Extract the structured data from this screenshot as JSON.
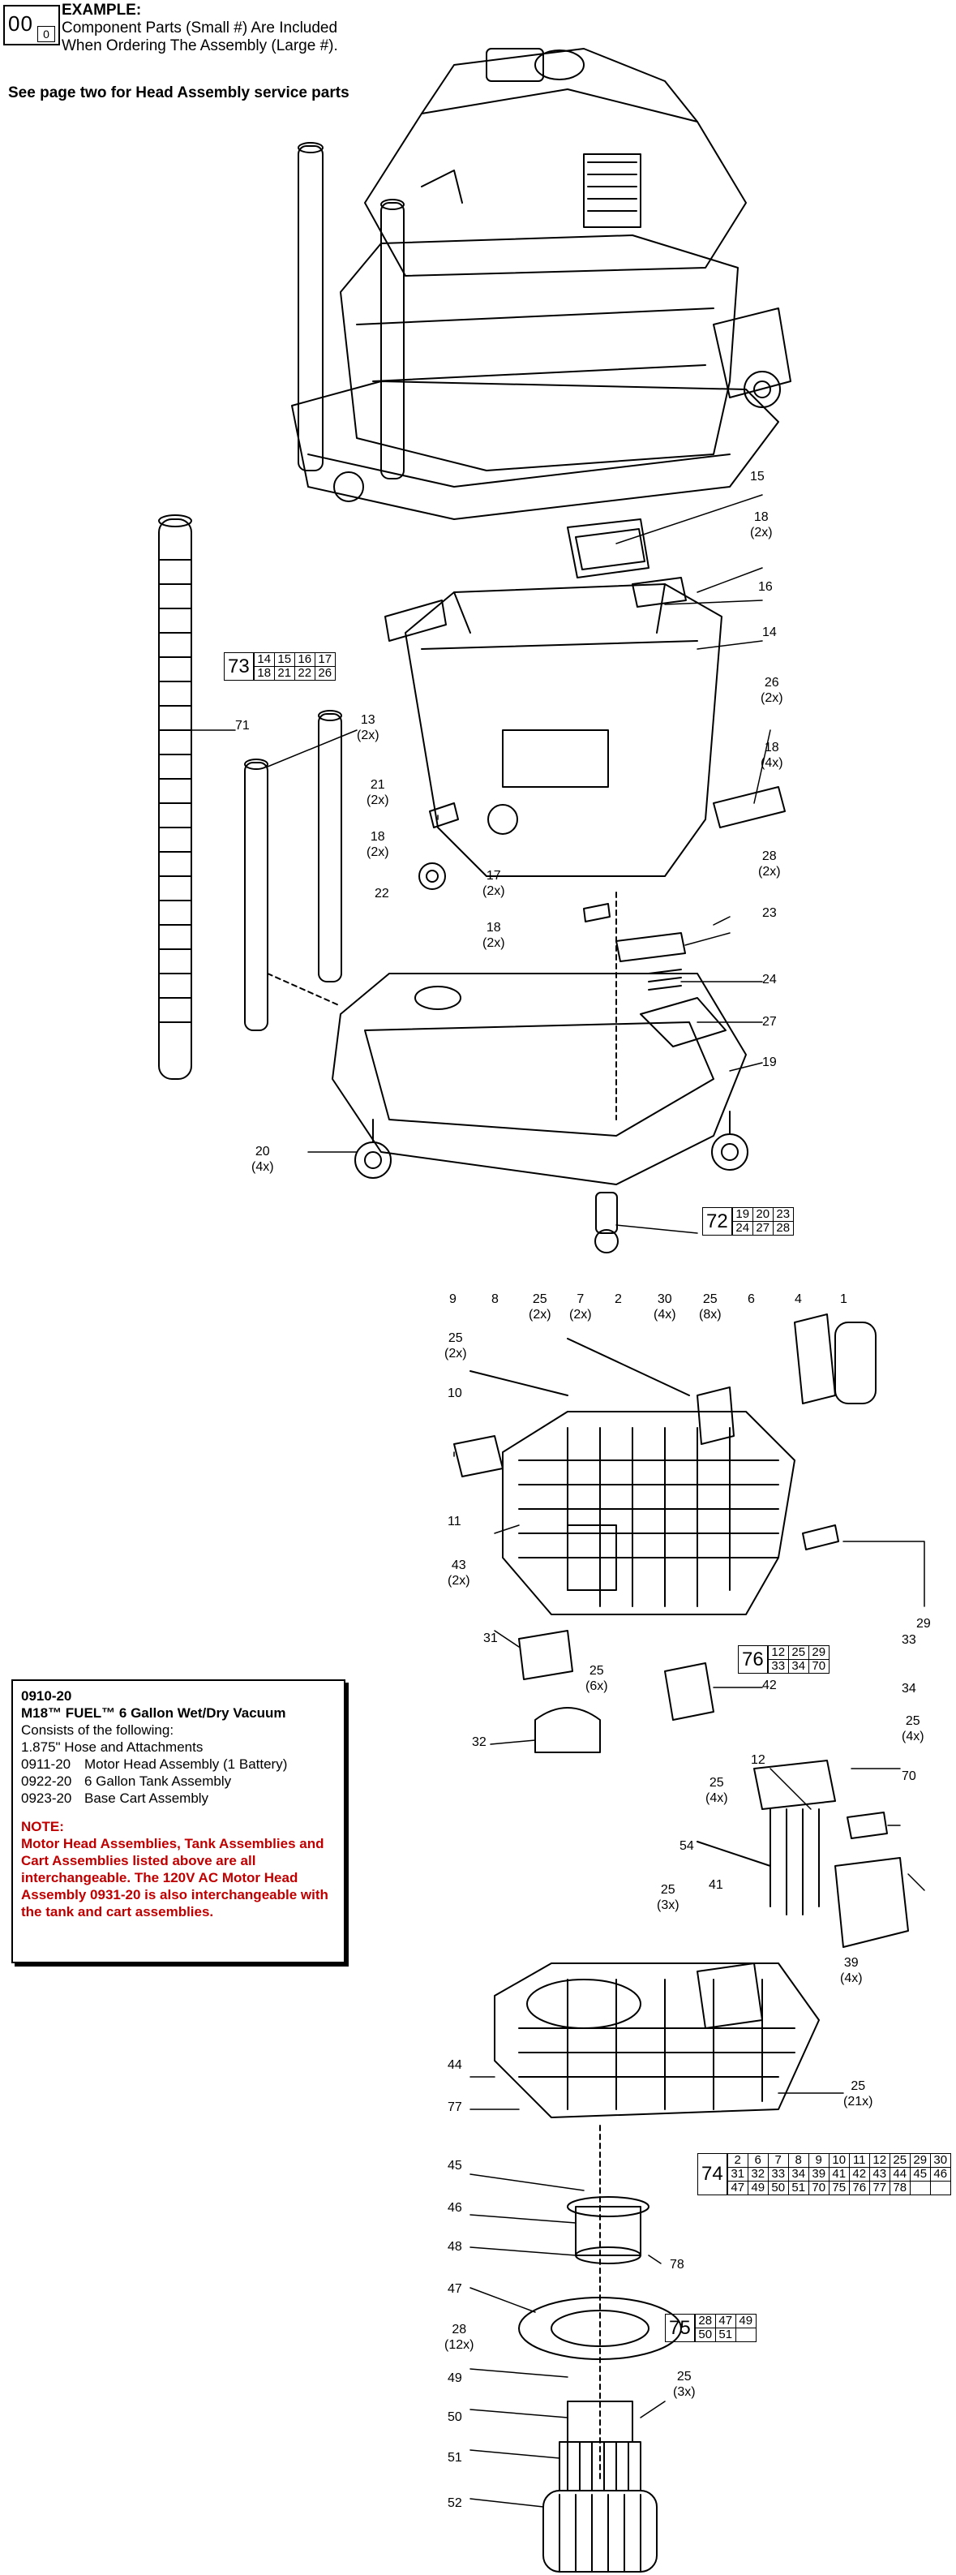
{
  "example": {
    "big_number": "00",
    "small_number": "0",
    "title": "EXAMPLE:",
    "line1": "Component Parts (Small #) Are Included",
    "line2": "When Ordering The Assembly (Large #)."
  },
  "head_note": "See page two for Head Assembly service parts",
  "kit": {
    "number": "0910-20",
    "name": "M18™ FUEL™ 6 Gallon Wet/Dry Vacuum",
    "consists": "Consists of the following:",
    "hose": "1.875\" Hose and Attachments",
    "components": [
      {
        "part": "0911-20",
        "desc": "Motor Head Assembly (1 Battery)"
      },
      {
        "part": "0922-20",
        "desc": "6 Gallon Tank Assembly"
      },
      {
        "part": "0923-20",
        "desc": "Base Cart Assembly"
      }
    ],
    "note_heading": "NOTE:",
    "note_text": "Motor Head Assemblies, Tank Assemblies and Cart Assemblies listed above are all interchangeable. The 120V AC Motor Head Assembly 0931-20 is also interchangeable with the tank and cart assemblies."
  },
  "callouts": [
    {
      "id": "c15",
      "label": "15",
      "qty": ""
    },
    {
      "id": "c18a",
      "label": "18",
      "qty": "(2x)"
    },
    {
      "id": "c16",
      "label": "16",
      "qty": ""
    },
    {
      "id": "c14",
      "label": "14",
      "qty": ""
    },
    {
      "id": "c26",
      "label": "26",
      "qty": "(2x)"
    },
    {
      "id": "c18b",
      "label": "18",
      "qty": "(4x)"
    },
    {
      "id": "c71",
      "label": "71",
      "qty": ""
    },
    {
      "id": "c13",
      "label": "13",
      "qty": "(2x)"
    },
    {
      "id": "c21",
      "label": "21",
      "qty": "(2x)"
    },
    {
      "id": "c18c",
      "label": "18",
      "qty": "(2x)"
    },
    {
      "id": "c22",
      "label": "22",
      "qty": ""
    },
    {
      "id": "c17",
      "label": "17",
      "qty": "(2x)"
    },
    {
      "id": "c18d",
      "label": "18",
      "qty": "(2x)"
    },
    {
      "id": "c28a",
      "label": "28",
      "qty": "(2x)"
    },
    {
      "id": "c23",
      "label": "23",
      "qty": ""
    },
    {
      "id": "c24",
      "label": "24",
      "qty": ""
    },
    {
      "id": "c27",
      "label": "27",
      "qty": ""
    },
    {
      "id": "c19",
      "label": "19",
      "qty": ""
    },
    {
      "id": "c20",
      "label": "20",
      "qty": "(4x)"
    },
    {
      "id": "c9",
      "label": "9",
      "qty": ""
    },
    {
      "id": "c8",
      "label": "8",
      "qty": ""
    },
    {
      "id": "c25a",
      "label": "25",
      "qty": "(2x)"
    },
    {
      "id": "c7",
      "label": "7",
      "qty": "(2x)"
    },
    {
      "id": "c2",
      "label": "2",
      "qty": ""
    },
    {
      "id": "c30",
      "label": "30",
      "qty": "(4x)"
    },
    {
      "id": "c25b",
      "label": "25",
      "qty": "(8x)"
    },
    {
      "id": "c6",
      "label": "6",
      "qty": ""
    },
    {
      "id": "c4",
      "label": "4",
      "qty": ""
    },
    {
      "id": "c1",
      "label": "1",
      "qty": ""
    },
    {
      "id": "c25c",
      "label": "25",
      "qty": "(2x)"
    },
    {
      "id": "c10",
      "label": "10",
      "qty": ""
    },
    {
      "id": "c11",
      "label": "11",
      "qty": ""
    },
    {
      "id": "c43",
      "label": "43",
      "qty": "(2x)"
    },
    {
      "id": "c29",
      "label": "29",
      "qty": ""
    },
    {
      "id": "c31",
      "label": "31",
      "qty": ""
    },
    {
      "id": "c25d",
      "label": "25",
      "qty": "(6x)"
    },
    {
      "id": "c42",
      "label": "42",
      "qty": ""
    },
    {
      "id": "c32",
      "label": "32",
      "qty": ""
    },
    {
      "id": "c33",
      "label": "33",
      "qty": ""
    },
    {
      "id": "c12",
      "label": "12",
      "qty": ""
    },
    {
      "id": "c34",
      "label": "34",
      "qty": ""
    },
    {
      "id": "c25e",
      "label": "25",
      "qty": "(4x)"
    },
    {
      "id": "c25f",
      "label": "25",
      "qty": "(4x)"
    },
    {
      "id": "c70",
      "label": "70",
      "qty": ""
    },
    {
      "id": "c54",
      "label": "54",
      "qty": ""
    },
    {
      "id": "c25g",
      "label": "25",
      "qty": "(3x)"
    },
    {
      "id": "c41",
      "label": "41",
      "qty": ""
    },
    {
      "id": "c39",
      "label": "39",
      "qty": "(4x)"
    },
    {
      "id": "c44",
      "label": "44",
      "qty": ""
    },
    {
      "id": "c77",
      "label": "77",
      "qty": ""
    },
    {
      "id": "c25h",
      "label": "25",
      "qty": "(21x)"
    },
    {
      "id": "c45",
      "label": "45",
      "qty": ""
    },
    {
      "id": "c46",
      "label": "46",
      "qty": ""
    },
    {
      "id": "c48",
      "label": "48",
      "qty": ""
    },
    {
      "id": "c78",
      "label": "78",
      "qty": ""
    },
    {
      "id": "c47",
      "label": "47",
      "qty": ""
    },
    {
      "id": "c28b",
      "label": "28",
      "qty": "(12x)"
    },
    {
      "id": "c49",
      "label": "49",
      "qty": ""
    },
    {
      "id": "c50",
      "label": "50",
      "qty": ""
    },
    {
      "id": "c25i",
      "label": "25",
      "qty": "(3x)"
    },
    {
      "id": "c51",
      "label": "51",
      "qty": ""
    },
    {
      "id": "c52",
      "label": "52",
      "qty": ""
    }
  ],
  "assemblies": [
    {
      "id": "a73",
      "number": "73",
      "rows": [
        [
          "14",
          "15",
          "16",
          "17"
        ],
        [
          "18",
          "21",
          "22",
          "26"
        ]
      ]
    },
    {
      "id": "a72",
      "number": "72",
      "rows": [
        [
          "19",
          "20",
          "23"
        ],
        [
          "24",
          "27",
          "28"
        ]
      ]
    },
    {
      "id": "a76",
      "number": "76",
      "rows": [
        [
          "12",
          "25",
          "29"
        ],
        [
          "33",
          "34",
          "70"
        ]
      ]
    },
    {
      "id": "a74",
      "number": "74",
      "rows": [
        [
          "2",
          "6",
          "7",
          "8",
          "9",
          "10",
          "11",
          "12",
          "25",
          "29",
          "30"
        ],
        [
          "31",
          "32",
          "33",
          "34",
          "39",
          "41",
          "42",
          "43",
          "44",
          "45",
          "46"
        ],
        [
          "47",
          "49",
          "50",
          "51",
          "70",
          "75",
          "76",
          "77",
          "78",
          "",
          ""
        ]
      ]
    },
    {
      "id": "a75",
      "number": "75",
      "rows": [
        [
          "28",
          "47",
          "49"
        ],
        [
          "50",
          "51",
          ""
        ]
      ]
    }
  ]
}
